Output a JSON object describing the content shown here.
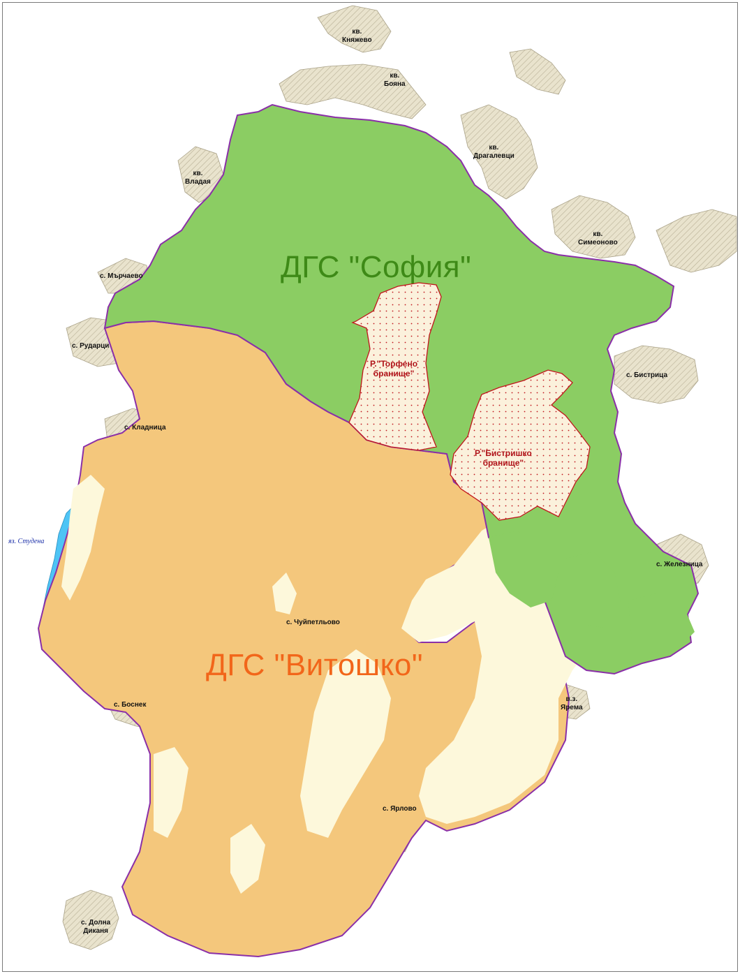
{
  "colors": {
    "background": "#ffffff",
    "sofia_forest": "#8bcd63",
    "vitoshko_forest": "#f4c77c",
    "open_land": "#fdf8db",
    "reserve_fill": "#fbf1dc",
    "reserve_border": "#c0151b",
    "boundary": "#8a2fa8",
    "lake": "#4ec4f5",
    "settlement": "#e8e2cc",
    "sofia_label": "#3e8a17",
    "vitoshko_label": "#f2661a"
  },
  "regions": {
    "sofia": "ДГС \"София\"",
    "vitoshko": "ДГС \"Витошко\""
  },
  "reserves": {
    "torfeno": [
      "Р.\"Торфено",
      "бранище\""
    ],
    "bistrishko": [
      "Р.\"Бистришко",
      "бранище\""
    ]
  },
  "lake": "яз. Студена",
  "settlements": {
    "knyazhevo": [
      "кв.",
      "Княжево"
    ],
    "boyana": [
      "кв.",
      "Бояна"
    ],
    "dragalevtsi": [
      "кв.",
      "Драгалевци"
    ],
    "vladaya": [
      "кв.",
      "Владая"
    ],
    "simeonovo": [
      "кв.",
      "Симеоново"
    ],
    "marchaevo": "с. Мърчаево",
    "rudartsi": "с. Рударци",
    "bistritsa": "с. Бистрица",
    "kladnitsa": "с. Кладница",
    "zheleznitsa": "с. Железница",
    "chuypetlovo": "с. Чуйпетльово",
    "bosnek": "с. Боснек",
    "yarema": [
      "в.з.",
      "Ярема"
    ],
    "yarlovo": "с. Ярлово",
    "dolna_dikanya": [
      "с. Долна",
      "Диканя"
    ]
  }
}
